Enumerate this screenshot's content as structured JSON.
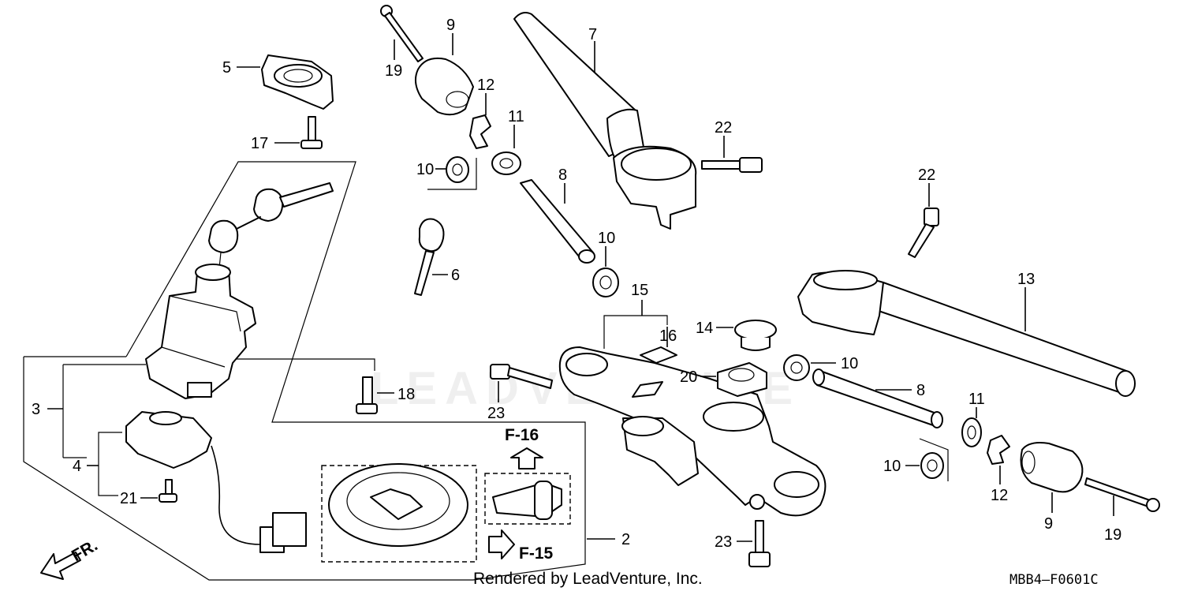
{
  "labels": {
    "p2": "2",
    "p3": "3",
    "p4": "4",
    "p5": "5",
    "p6": "6",
    "p7": "7",
    "p8a": "8",
    "p8b": "8",
    "p9a": "9",
    "p9b": "9",
    "p10a": "10",
    "p10b": "10",
    "p10c": "10",
    "p10d": "10",
    "p11a": "11",
    "p11b": "11",
    "p12a": "12",
    "p12b": "12",
    "p13": "13",
    "p14": "14",
    "p15": "15",
    "p16": "16",
    "p17": "17",
    "p18": "18",
    "p19a": "19",
    "p19b": "19",
    "p20": "20",
    "p21": "21",
    "p22a": "22",
    "p22b": "22",
    "p23a": "23",
    "p23b": "23"
  },
  "refs": {
    "f16": "F-16",
    "f15": "F-15"
  },
  "direction": "FR.",
  "watermark": "LEADVENTURE",
  "footer": {
    "rendered_by": "Rendered by LeadVenture, Inc.",
    "diagram_code": "MBB4—F0601C"
  }
}
